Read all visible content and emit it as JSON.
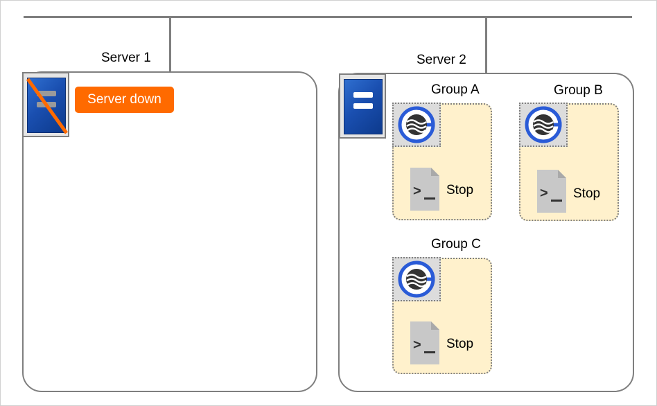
{
  "servers": [
    {
      "label": "Server 1",
      "status_badge": "Server down"
    },
    {
      "label": "Server 2"
    }
  ],
  "groups": [
    {
      "title": "Group A",
      "script_status": "Stop"
    },
    {
      "title": "Group B",
      "script_status": "Stop"
    },
    {
      "title": "Group C",
      "script_status": "Stop"
    }
  ],
  "colors": {
    "server_down_badge": "#ff6a00",
    "group_background": "#fff1cc",
    "server_icon_blue": "#1a4fb0",
    "line": "#7f7f7f"
  },
  "icons": {
    "server_down": "server-down-icon",
    "server_up": "server-icon",
    "resource": "floating-ip-resource-icon",
    "script": "exec-script-icon"
  }
}
